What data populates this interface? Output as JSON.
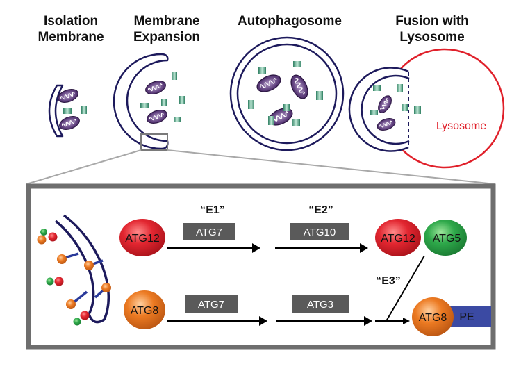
{
  "stages": [
    {
      "title_lines": [
        "Isolation",
        "Membrane"
      ]
    },
    {
      "title_lines": [
        "Membrane",
        "Expansion"
      ]
    },
    {
      "title_lines": [
        "Autophagosome"
      ]
    },
    {
      "title_lines": [
        "Fusion with",
        "Lysosome"
      ]
    }
  ],
  "lysosome_label": "Lysosome",
  "roles": {
    "e1": "“E1”",
    "e2": "“E2”",
    "e3": "“E3”"
  },
  "pathway_top": {
    "substrate": "ATG12",
    "e1_enzyme": "ATG7",
    "e2_enzyme": "ATG10",
    "product_left": "ATG12",
    "product_right": "ATG5"
  },
  "pathway_bottom": {
    "substrate": "ATG8",
    "e1_enzyme": "ATG7",
    "e2_enzyme": "ATG3",
    "product_left": "ATG8",
    "product_right": "PE"
  },
  "colors": {
    "membrane": "#1d1a5c",
    "mito_fill": "#4a2f63",
    "cargo_green": "#3f9a78",
    "lysosome": "#e0202a",
    "panel_border": "#6e6e6e",
    "enzyme_box": "#5a5a5a",
    "atg12": "#e0202a",
    "atg5": "#2ea84a",
    "atg8": "#ec7a22",
    "pe": "#3b4aa3"
  }
}
